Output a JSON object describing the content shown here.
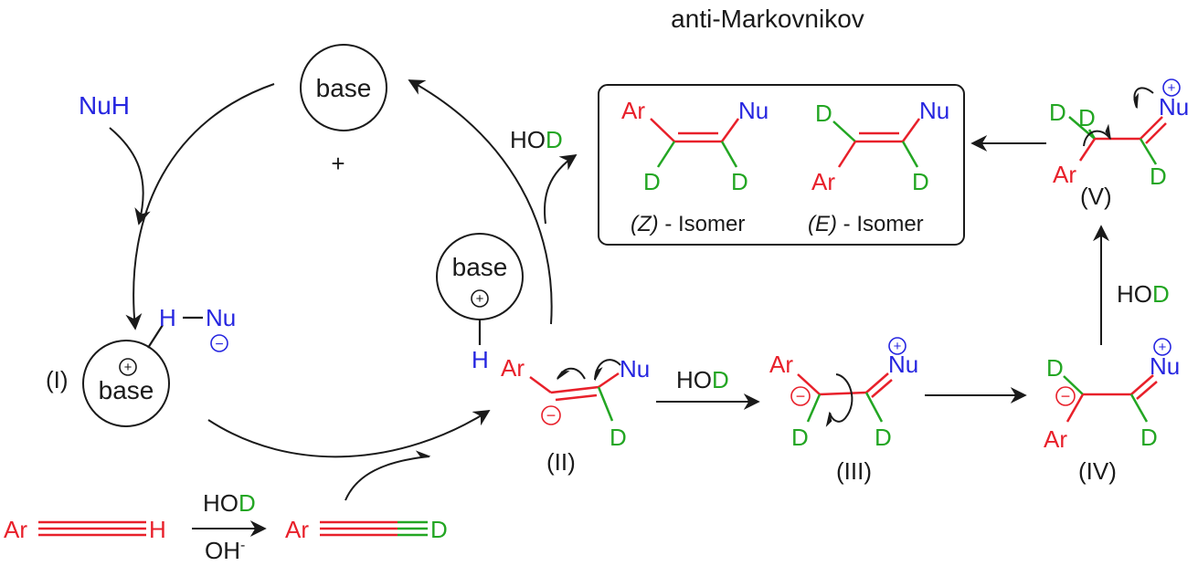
{
  "title": "anti-Markovnikov",
  "labels": {
    "base": "base",
    "nuh": "NuH",
    "plus": "+",
    "ar": "Ar",
    "nu": "Nu",
    "h": "H",
    "d": "D",
    "ho": "HO",
    "oh": "OH",
    "oh_sup": "-",
    "charge_plus": "+",
    "charge_minus": "−"
  },
  "intermediates": {
    "I": "(I)",
    "II": "(II)",
    "III": "(III)",
    "IV": "(IV)",
    "V": "(V)"
  },
  "isomers": {
    "z_prefix": "(Z)",
    "z_suffix": " - Isomer",
    "e_prefix": "(E)",
    "e_suffix": " - Isomer"
  },
  "colors": {
    "red": "#e8202a",
    "green": "#23a623",
    "blue": "#2626e0",
    "black": "#1a1a1a"
  }
}
